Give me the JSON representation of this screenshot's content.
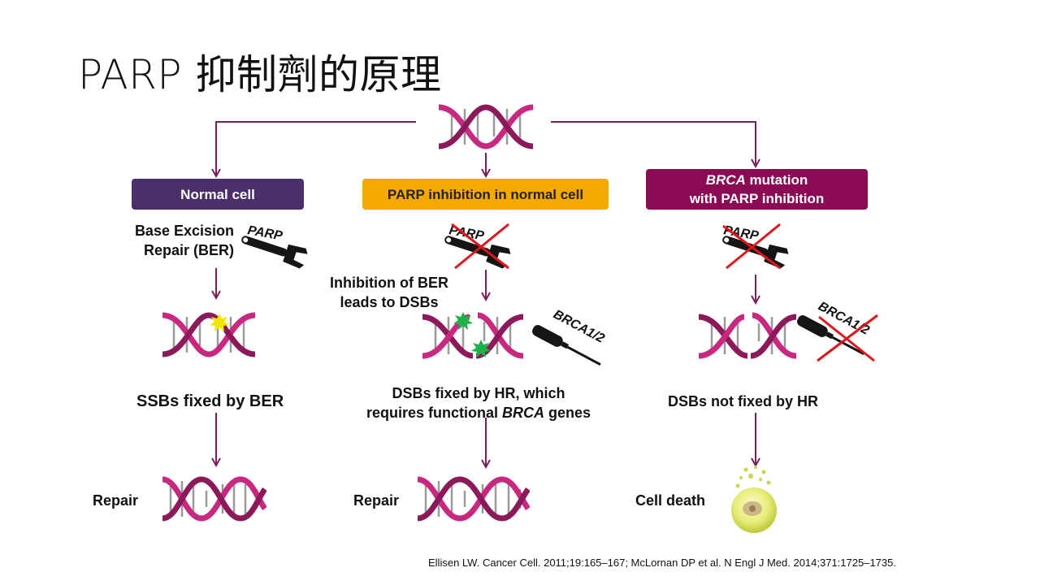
{
  "title": "PARP 抑制劑的原理",
  "columns": {
    "normal": {
      "header": "Normal cell",
      "ber_label_line1": "Base Excision",
      "ber_label_line2": "Repair (BER)",
      "tool_label": "PARP",
      "result": "SSBs fixed by BER",
      "outcome": "Repair"
    },
    "parp": {
      "header": "PARP inhibition in normal cell",
      "tool_label": "PARP",
      "note_line1": "Inhibition of BER",
      "note_line2": "leads to DSBs",
      "tool2_label": "BRCA1/2",
      "result_line1": "DSBs fixed by HR, which",
      "result_line2_a": "requires functional ",
      "result_line2_b": "BRCA",
      "result_line2_c": " genes",
      "outcome": "Repair"
    },
    "brca": {
      "header_a": "BRCA",
      "header_b": " mutation",
      "header_line2": "with PARP inhibition",
      "tool_label": "PARP",
      "tool2_label": "BRCA1/2",
      "result": "DSBs not fixed by HR",
      "outcome": "Cell death"
    }
  },
  "citation": "Ellisen LW. Cancer Cell. 2011;19:165–167; McLornan DP et al. N Engl J Med. 2014;371:1725–1735.",
  "colors": {
    "arrow": "#7a1f5c",
    "strand": "#c8287f",
    "strand_dark": "#8c1a5a",
    "rung": "#9a9a9a",
    "cross": "#e0151b",
    "damage_ssb": "#f2e600",
    "damage_dsb": "#1db34a"
  }
}
